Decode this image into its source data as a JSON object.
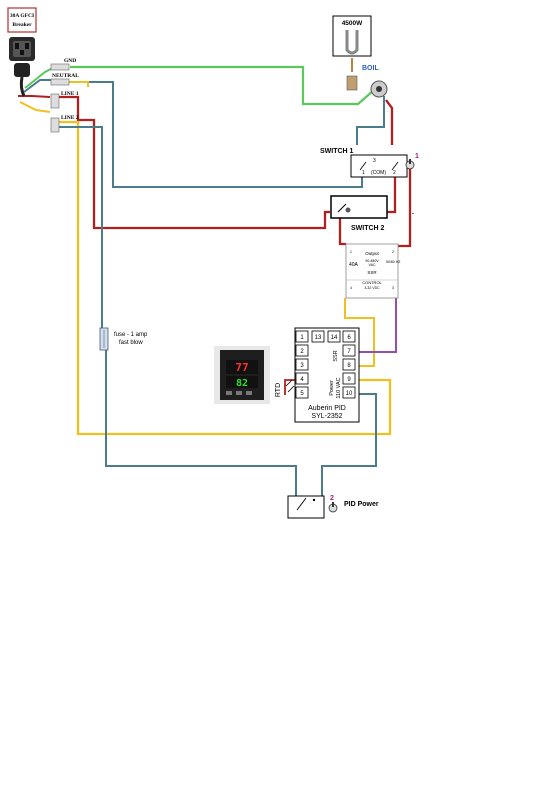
{
  "breaker": {
    "label_line1": "30A GFCI",
    "label_line2": "Breaker"
  },
  "terminals": {
    "gnd": "GND",
    "neutral": "NEUTRAL",
    "line1": "LINE 1",
    "line2": "LINE 2"
  },
  "element": {
    "wattage": "4500W",
    "label": "BOIL"
  },
  "switch1": {
    "label": "SWITCH 1",
    "pin_left": "1",
    "pin_mid": "3",
    "pin_com": "(COM)",
    "pin_right": "2",
    "badge": "1"
  },
  "switch2": {
    "label": "SWITCH 2"
  },
  "ssr": {
    "output": "Output",
    "rating": "40A",
    "voltage_line1": "90-480V",
    "voltage_line2": "VAC",
    "freq": "50/60 HZ",
    "name": "SSR",
    "control": "CONTROL",
    "control_range": "3-32 VDC",
    "pin1": "1",
    "pin2": "2",
    "pin3": "3",
    "pin4": "4"
  },
  "pid": {
    "terminals": [
      "1",
      "13",
      "14",
      "6",
      "2",
      "7",
      "3",
      "8",
      "4",
      "9",
      "5",
      "10"
    ],
    "rtd": "RTD",
    "ssr": "SSR",
    "power": "Power",
    "power_voltage": "110 VAC",
    "name_line1": "Auberin PID",
    "name_line2": "SYL-2352",
    "display_pv": "77",
    "display_sv": "82"
  },
  "fuse": {
    "label_line1": "fuse - 1 amp",
    "label_line2": "fast blow"
  },
  "pid_power": {
    "label": "PID Power",
    "badge": "2"
  },
  "colors": {
    "ground": "#5cc85c",
    "neutral": "#4a7c8c",
    "line1": "#b02020",
    "line2": "#f0c020",
    "control": "#9050b0",
    "badge": "#a02080"
  }
}
